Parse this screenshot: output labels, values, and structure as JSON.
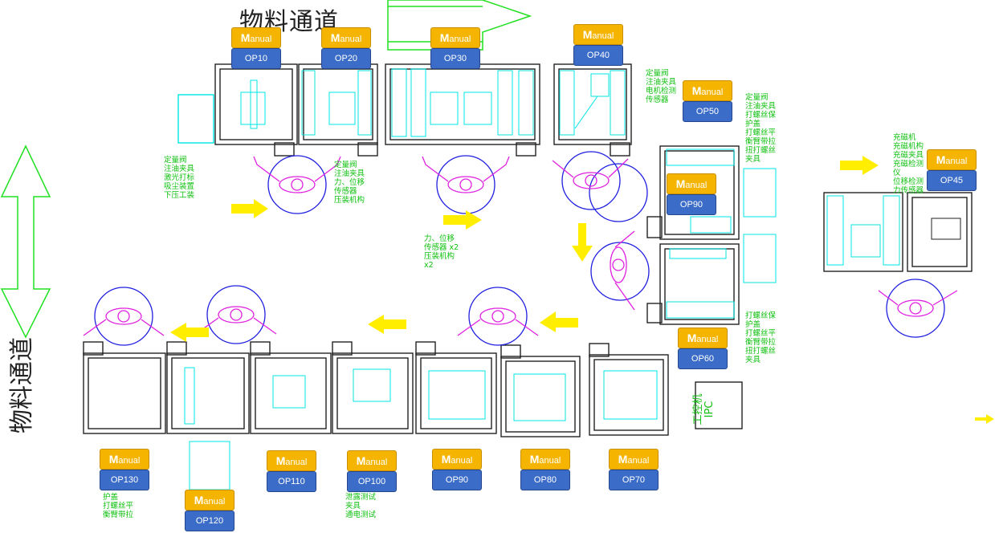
{
  "aisle_top": "物料通道",
  "aisle_left": "物料通道",
  "ipc_label": "工控机\nIPC",
  "stations": [
    {
      "id": "op10",
      "manual": "Manual",
      "op": "OP10"
    },
    {
      "id": "op20",
      "manual": "Manual",
      "op": "OP20"
    },
    {
      "id": "op30",
      "manual": "Manual",
      "op": "OP30"
    },
    {
      "id": "op40",
      "manual": "Manual",
      "op": "OP40"
    },
    {
      "id": "op50",
      "manual": "Manual",
      "op": "OP50"
    },
    {
      "id": "op90a",
      "manual": "Manual",
      "op": "OP90"
    },
    {
      "id": "op45",
      "manual": "Manual",
      "op": "OP45"
    },
    {
      "id": "op60",
      "manual": "Manual",
      "op": "OP60"
    },
    {
      "id": "op130",
      "manual": "Manual",
      "op": "OP130"
    },
    {
      "id": "op120",
      "manual": "Manual",
      "op": "OP120"
    },
    {
      "id": "op110",
      "manual": "Manual",
      "op": "OP110"
    },
    {
      "id": "op100",
      "manual": "Manual",
      "op": "OP100"
    },
    {
      "id": "op90",
      "manual": "Manual",
      "op": "OP90"
    },
    {
      "id": "op80",
      "manual": "Manual",
      "op": "OP80"
    },
    {
      "id": "op70",
      "manual": "Manual",
      "op": "OP70"
    }
  ],
  "notes": {
    "op10": "定量阀\n注油夹具\n激光打标\n吸尘装置\n下压工装",
    "op20": "定量阀\n注油夹具\n力、位移\n传感器\n压装机构",
    "op30": "力、位移\n传感器 x2\n压装机构\nx2",
    "op40": "定量阀\n注油夹具\n电机检测\n传感器",
    "op50": "定量阀\n注油夹具\n打螺丝保\n护盖\n打螺丝平\n衡臂带拉\n扭打螺丝\n夹具",
    "op45": "充磁机\n充磁机构\n充磁夹具\n充磁检测\n仪\n位移检测\n力传感器",
    "op60": "打螺丝保\n护盖\n打螺丝平\n衡臂带拉\n扭打螺丝\n夹具",
    "op130": "护盖\n打螺丝平\n衡臂带拉",
    "op100": "泄露测试\n夹具\n通电测试"
  },
  "colors": {
    "frame": "#222222",
    "cad_cyan": "#00e5e5",
    "operator": "#e020e0",
    "circle": "#2020e0",
    "flow_arrow": "#ffee00",
    "aisle_arrow": "#20e020",
    "note_text": "#10c010"
  }
}
